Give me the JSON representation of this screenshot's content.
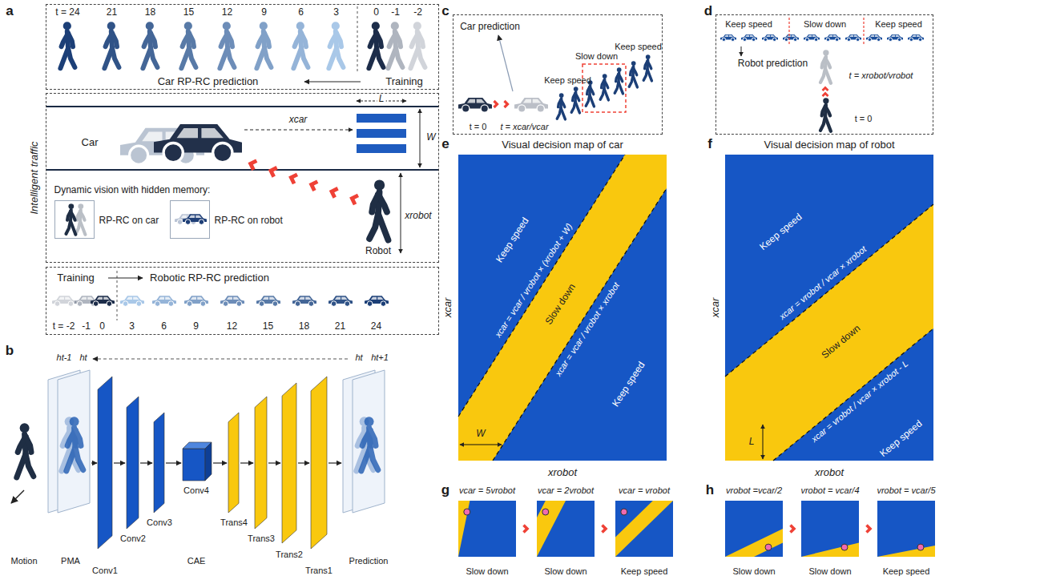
{
  "diagram": {
    "nodes": [
      {
        "text": [
          "Car RP-RC prediction",
          "Training",
          "t = 24",
          "21",
          "18",
          "15",
          "12",
          "9",
          "6",
          "3",
          "0",
          "-1",
          "-2"
        ]
      },
      {
        "text": [
          "Intelligent traffic",
          "Dynamic vision with hidden memory:"
        ]
      },
      {
        "text": [
          "RP-RC on car"
        ],
        "in": 1
      },
      {
        "text": [
          "RP-RC on robot"
        ],
        "in": 1
      },
      {
        "text": [
          "Training",
          "Robotic RP-RC prediction",
          "t = -2",
          "-1",
          "0",
          "3",
          "6",
          "9",
          "12",
          "15",
          "18",
          "21",
          "24"
        ]
      },
      {
        "text": [
          "Car prediction",
          "Keep speed",
          "Slow down",
          "Keep speed",
          "t = 0",
          "t = xcar/vcar"
        ]
      },
      {
        "text": [
          "Keep speed",
          "Slow down",
          "Keep speed",
          "Robot prediction",
          "t = xrobot/vrobot",
          "t = 0"
        ]
      },
      {
        "text": [
          "Visual decision map of car",
          "Keep speed",
          "xcar = vcar / vrobot × (xrobot + W)",
          "Slow down",
          "xcar = vcar / vrobot × xrobot",
          "Keep speed"
        ]
      },
      {
        "text": [
          "Visual decision map of robot",
          "Keep speed",
          "xcar = vrobot / vcar × xrobot",
          "Slow down",
          "xcar = vrobot / vcar × xrobot - L",
          "Keep speed"
        ]
      },
      {
        "text": [
          "vcar = 5vrobot",
          "Slow down"
        ]
      },
      {
        "text": [
          "vcar = 2vrobot",
          "Slow down"
        ]
      },
      {
        "text": [
          "vcar = vrobot",
          "Keep speed"
        ]
      },
      {
        "text": [
          "vrobot =vcar/2",
          "Slow down"
        ]
      },
      {
        "text": [
          "vrobot = vcar/4",
          "Slow down"
        ]
      },
      {
        "text": [
          "vrobot = vcar/5",
          "Keep speed"
        ]
      }
    ],
    "labels": [
      "a",
      "b",
      "c",
      "d",
      "e",
      "f",
      "g",
      "h",
      "Car",
      "xcar",
      "L",
      "W",
      "xrobot",
      "Robot",
      "ht-1",
      "ht",
      "Conv1",
      "Conv2",
      "Conv3",
      "Conv4",
      "CAE",
      "Trans4",
      "Trans3",
      "Trans2",
      "Trans1",
      "ht",
      "ht+1",
      "Motion",
      "PMA",
      "Prediction",
      "W",
      "xcar",
      "xrobot",
      "L",
      "xcar",
      "xrobot"
    ]
  }
}
